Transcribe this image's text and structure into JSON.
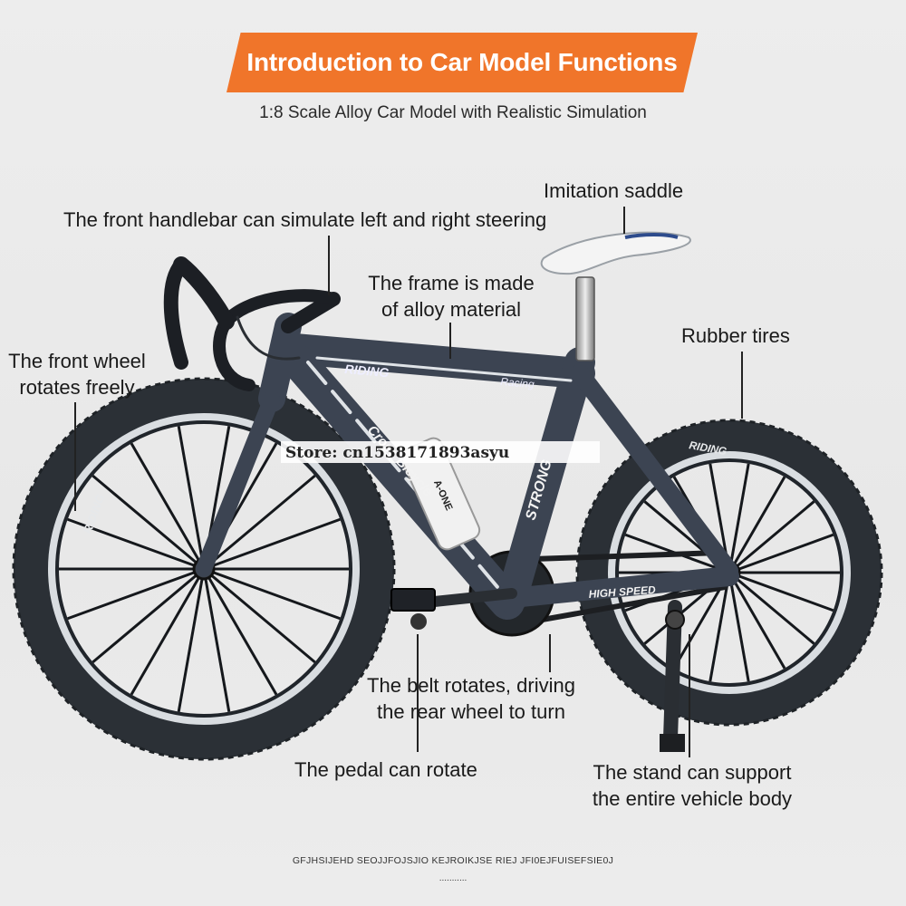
{
  "header": {
    "title": "Introduction to Car Model Functions",
    "subtitle": "1:8 Scale Alloy Car Model with Realistic Simulation"
  },
  "callouts": {
    "saddle": "Imitation saddle",
    "handlebar": "The front handlebar can simulate left and right steering",
    "frame_line1": "The frame is made",
    "frame_line2": "of alloy material",
    "front_wheel_line1": "The front wheel",
    "front_wheel_line2": "rotates freely",
    "tires": "Rubber tires",
    "belt_line1": "The belt rotates, driving",
    "belt_line2": "the rear wheel to turn",
    "pedal": "The pedal can rotate",
    "stand_line1": "The stand can support",
    "stand_line2": "the entire vehicle body"
  },
  "bike_decals": {
    "top_tube": "RIDING",
    "racing": "Racing",
    "down_tube": "Cross Bicycle",
    "seat_tube": "STRONG",
    "bottle": "A-ONE",
    "chainstay": "HIGH SPEED",
    "rim_text": "RIDING"
  },
  "watermark": "Store: cn1538171893asyu",
  "footer": {
    "line1": "GFJHSIJEHD SEOJJFOJSJIO  KEJROIKJSE RIEJ JFI0EJFUISEFSIE0J",
    "line2": "..........."
  },
  "colors": {
    "banner": "#f0752a",
    "frame": "#3c4452",
    "tire": "#2b3036",
    "saddle": "#f4f4f4"
  }
}
